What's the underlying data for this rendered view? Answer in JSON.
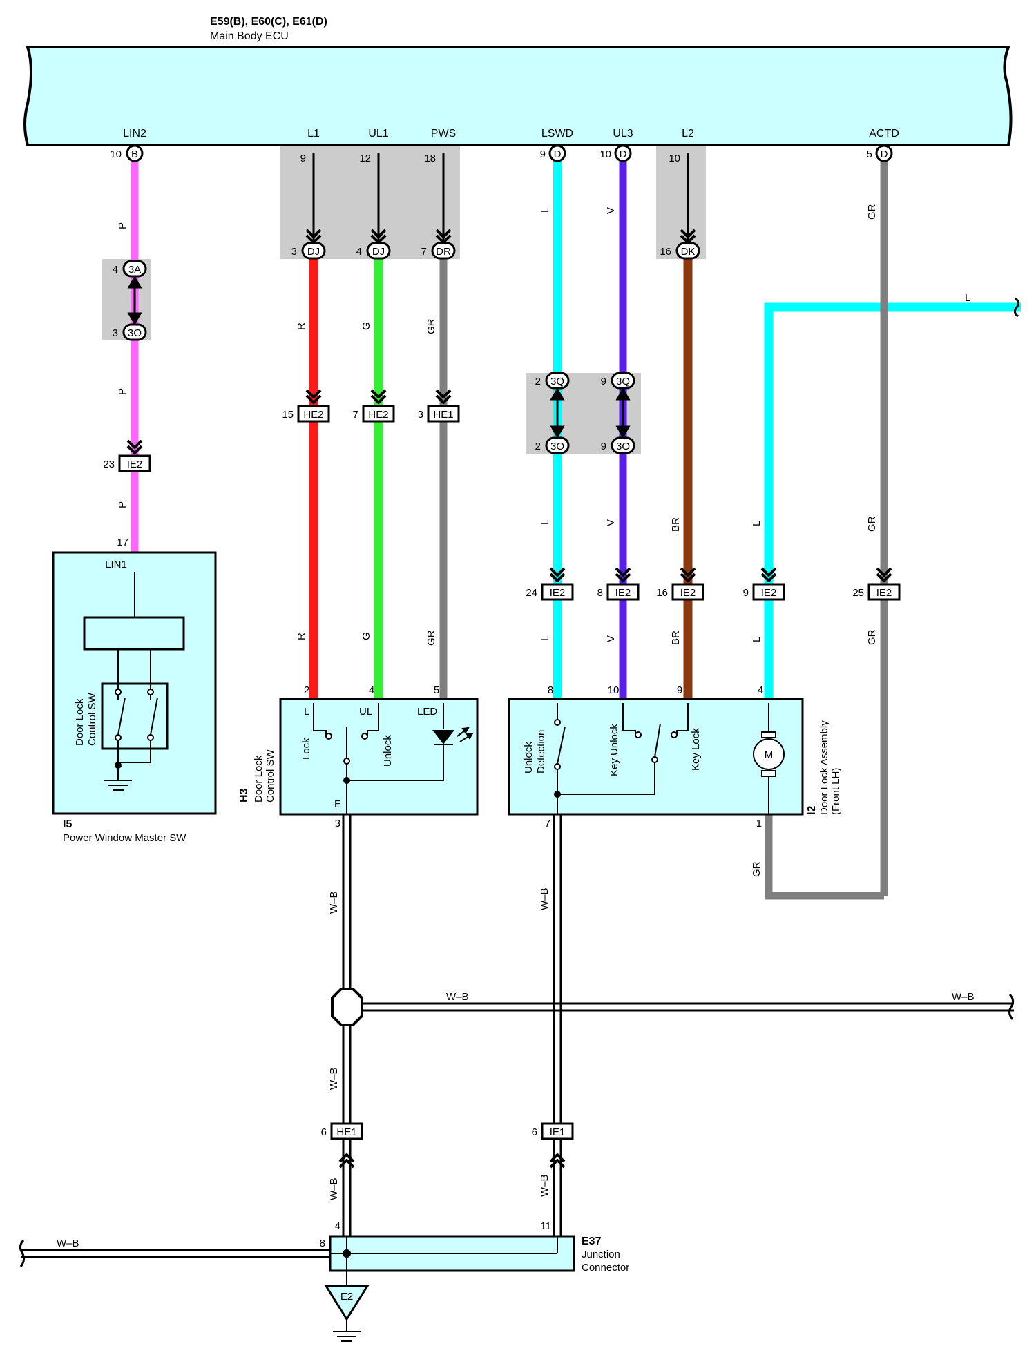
{
  "colors": {
    "pink": "#ff66ff",
    "red": "#ff1a1a",
    "green": "#33ee33",
    "gray": "#808080",
    "cyan": "#00ffff",
    "violet": "#5b1ee8",
    "brown": "#8b3a0f",
    "component_fill": "#ccffff",
    "shade": "#cccccc"
  },
  "ecu": {
    "ref": "E59(B), E60(C), E61(D)",
    "name": "Main Body ECU",
    "terminals": {
      "LIN2": "LIN2",
      "L1": "L1",
      "UL1": "UL1",
      "PWS": "PWS",
      "LSWD": "LSWD",
      "UL3": "UL3",
      "L2": "L2",
      "ACTD": "ACTD"
    },
    "pins": {
      "lin2": "10",
      "l1": "9",
      "ul1": "12",
      "pws": "18",
      "lswd": "9",
      "ul3": "10",
      "l2": "10",
      "actd": "5"
    },
    "conn": {
      "B": "B",
      "D": "D"
    }
  },
  "connectors": {
    "DJ": "DJ",
    "DR": "DR",
    "DK": "DK",
    "3A": "3A",
    "3O": "3O",
    "3Q": "3Q",
    "HE2": "HE2",
    "HE1": "HE1",
    "IE2": "IE2",
    "IE1": "IE1",
    "p_3_dj": "3",
    "p_4_dj": "4",
    "p_7_dr": "7",
    "p_16_dk": "16",
    "p_4_3a": "4",
    "p_3_3o": "3",
    "p_2_3q": "2",
    "p_2_3o": "2",
    "p_9_3q": "9",
    "p_9_3o": "9",
    "p_15_he2": "15",
    "p_7_he2": "7",
    "p_3_he1": "3",
    "p_23_ie2": "23",
    "p_24_ie2": "24",
    "p_8_ie2": "8",
    "p_16_ie2": "16",
    "p_9_ie2": "9",
    "p_25_ie2": "25",
    "p_6_he1": "6",
    "p_6_ie1": "6"
  },
  "wire_colors": {
    "P": "P",
    "R": "R",
    "G": "G",
    "GR": "GR",
    "L": "L",
    "V": "V",
    "BR": "BR",
    "WB": "W–B"
  },
  "components": {
    "i5": {
      "id": "I5",
      "name": "Power Window Master SW",
      "pin_17": "17",
      "lin1": "LIN1",
      "sw_line1": "Door Lock",
      "sw_line2": "Control SW"
    },
    "h3": {
      "id": "H3",
      "name_line1": "Door Lock",
      "name_line2": "Control SW",
      "pin_2": "2",
      "pin_4": "4",
      "pin_5": "5",
      "pin_3": "3",
      "t_L": "L",
      "t_UL": "UL",
      "t_LED": "LED",
      "t_E": "E",
      "lock": "Lock",
      "unlock": "Unlock"
    },
    "i2": {
      "id": "I2",
      "name_line1": "Door Lock Assembly",
      "name_line2": "(Front LH)",
      "pin_8": "8",
      "pin_10": "10",
      "pin_9": "9",
      "pin_4": "4",
      "pin_1": "1",
      "pin_7": "7",
      "unlock_det_1": "Unlock",
      "unlock_det_2": "Detection",
      "key_unlock": "Key Unlock",
      "key_lock": "Key Lock",
      "motor": "M"
    },
    "e37": {
      "id": "E37",
      "name_line1": "Junction",
      "name_line2": "Connector",
      "pin_4": "4",
      "pin_11": "11",
      "pin_8": "8"
    },
    "e2": {
      "id": "E2"
    }
  }
}
